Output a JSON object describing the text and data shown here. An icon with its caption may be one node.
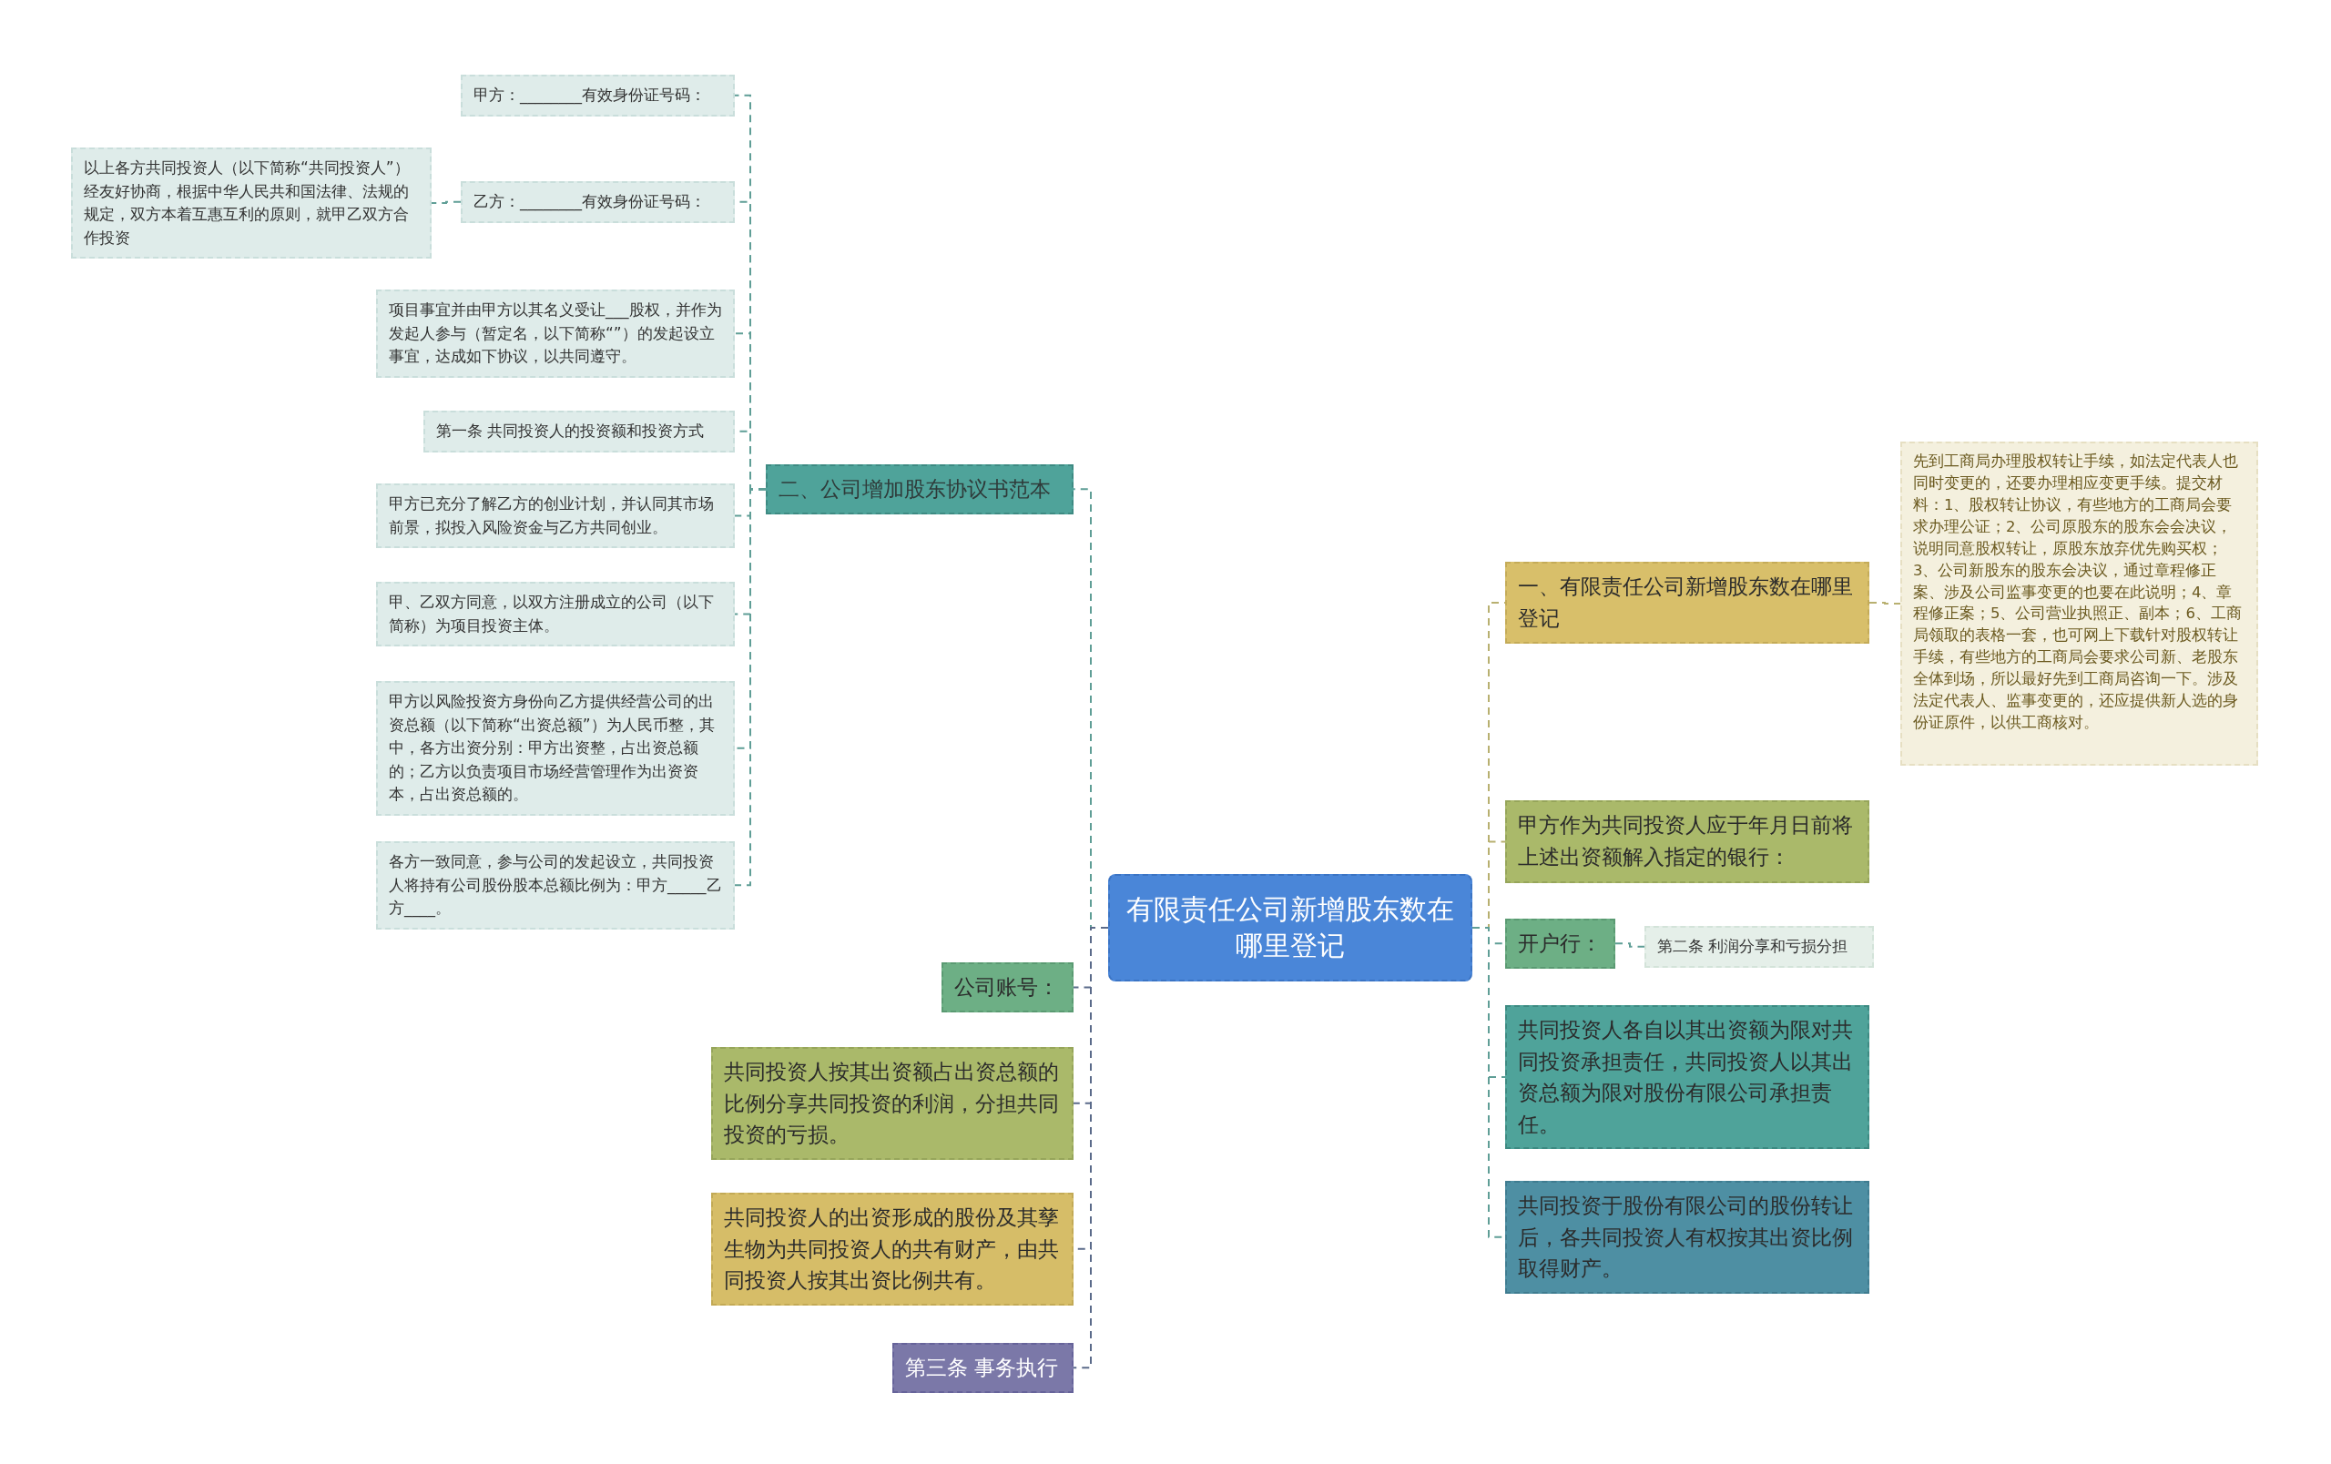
{
  "diagram": {
    "nodes": [
      {
        "text": [
          "有限责任公司新增股东数在哪里登记"
        ]
      },
      {
        "text": [
          "二、公司增加股东协议书范本"
        ]
      },
      {
        "text": [
          "甲方：________有效身份证号码："
        ]
      },
      {
        "text": [
          "乙方：________有效身份证号码："
        ]
      },
      {
        "text": [
          "以上各方共同投资人（以下简称“共同投资人”）经友好协商，根据中华人民共和国法律、法规的规定，双方本着互惠互利的原则，就甲乙双方合作投资"
        ]
      },
      {
        "text": [
          "项目事宜并由甲方以其名义受让___股权，并作为发起人参与（暂定名，以下简称“”）的发起设立事宜，达成如下协议，以共同遵守。"
        ]
      },
      {
        "text": [
          "第一条 共同投资人的投资额和投资方式"
        ]
      },
      {
        "text": [
          "甲方已充分了解乙方的创业计划，并认同其市场前景，拟投入风险资金与乙方共同创业。"
        ]
      },
      {
        "text": [
          "甲、乙双方同意，以双方注册成立的公司（以下简称）为项目投资主体。"
        ]
      },
      {
        "text": [
          "甲方以风险投资方身份向乙方提供经营公司的出资总额（以下简称“出资总额”）为人民币整，其中，各方出资分别：甲方出资整，占出资总额的；乙方以负责项目市场经营管理作为出资资本，占出资总额的。"
        ]
      },
      {
        "text": [
          "各方一致同意，参与公司的发起设立，共同投资人将持有公司股份股本总额比例为：甲方_____乙方____。"
        ]
      },
      {
        "text": [
          "公司账号："
        ]
      },
      {
        "text": [
          "共同投资人按其出资额占出资总额的比例分享共同投资的利润，分担共同投资的亏损。"
        ]
      },
      {
        "text": [
          "共同投资人的出资形成的股份及其孳生物为共同投资人的共有财产，由共同投资人按其出资比例共有。"
        ]
      },
      {
        "text": [
          "第三条 事务执行"
        ]
      },
      {
        "text": [
          "一、有限责任公司新增股东数在哪里登记"
        ]
      },
      {
        "text": [
          "先到工商局办理股权转让手续，如法定代表人也同时变更的，还要办理相应变更手续。提交材料：1、股权转让协议，有些地方的工商局会要求办理公证；2、公司原股东的股东会会决议，说明同意股权转让，原股东放弃优先购买权；3、公司新股东的股东会决议，通过章程修正案、涉及公司监事变更的也要在此说明；4、章程修正案；5、公司营业执照正、副本；6、工商局领取的表格一套，也可网上下载针对股权转让手续，有些地方的工商局会要求公司新、老股东全体到场，所以最好先到工商局咨询一下。涉及法定代表人、监事变更的，还应提供新人选的身份证原件，以供工商核对。"
        ]
      },
      {
        "text": [
          "甲方作为共同投资人应于年月日前将上述出资额解入指定的银行："
        ]
      },
      {
        "text": [
          "开户行："
        ]
      },
      {
        "text": [
          "第二条 利润分享和亏损分担"
        ]
      },
      {
        "text": [
          "共同投资人各自以其出资额为限对共同投资承担责任，共同投资人以其出资总额为限对股份有限公司承担责任。"
        ]
      },
      {
        "text": [
          "共同投资于股份有限公司的股份转让后，各共同投资人有权按其出资比例取得财产。"
        ]
      }
    ],
    "edges": [
      {
        "from": 0,
        "to": 1,
        "arrow": "none",
        "style": "dashed"
      },
      {
        "from": 1,
        "to": 2,
        "arrow": "none",
        "style": "dashed"
      },
      {
        "from": 1,
        "to": 3,
        "arrow": "none",
        "style": "dashed"
      },
      {
        "from": 3,
        "to": 4,
        "arrow": "none",
        "style": "dashed"
      },
      {
        "from": 1,
        "to": 5,
        "arrow": "none",
        "style": "dashed"
      },
      {
        "from": 1,
        "to": 6,
        "arrow": "none",
        "style": "dashed"
      },
      {
        "from": 1,
        "to": 7,
        "arrow": "none",
        "style": "dashed"
      },
      {
        "from": 1,
        "to": 8,
        "arrow": "none",
        "style": "dashed"
      },
      {
        "from": 1,
        "to": 9,
        "arrow": "none",
        "style": "dashed"
      },
      {
        "from": 1,
        "to": 10,
        "arrow": "none",
        "style": "dashed"
      },
      {
        "from": 0,
        "to": 11,
        "arrow": "none",
        "style": "dashed",
        "color": "#5b6b8a"
      },
      {
        "from": 0,
        "to": 12,
        "arrow": "none",
        "style": "dashed",
        "color": "#5b6b8a"
      },
      {
        "from": 0,
        "to": 13,
        "arrow": "none",
        "style": "dashed",
        "color": "#5b6b8a"
      },
      {
        "from": 0,
        "to": 14,
        "arrow": "none",
        "style": "dashed",
        "color": "#5b6b8a"
      },
      {
        "from": 0,
        "to": 15,
        "arrow": "none",
        "style": "dashed",
        "color": "#b8b070"
      },
      {
        "from": 15,
        "to": 16,
        "arrow": "none",
        "style": "dashed",
        "color": "#b8b070"
      },
      {
        "from": 0,
        "to": 17,
        "arrow": "none",
        "style": "dashed",
        "color": "#b8b070"
      },
      {
        "from": 0,
        "to": 18,
        "arrow": "none",
        "style": "dashed"
      },
      {
        "from": 18,
        "to": 19,
        "arrow": "none",
        "style": "dashed"
      },
      {
        "from": 0,
        "to": 20,
        "arrow": "none",
        "style": "dashed"
      },
      {
        "from": 0,
        "to": 21,
        "arrow": "none",
        "style": "dashed"
      }
    ]
  }
}
